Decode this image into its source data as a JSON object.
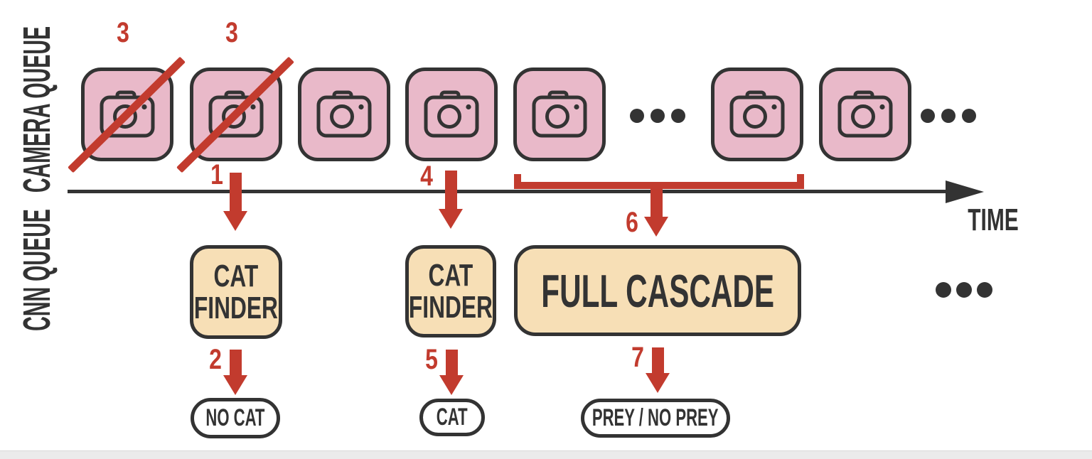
{
  "colors": {
    "background": "#ffffff",
    "camera_pink": "#e9b9c9",
    "cnn_tan": "#f7dfb6",
    "accent_red": "#c23b2e",
    "ink_dark": "#333333",
    "footer_strip": "#ebebeb"
  },
  "queue_labels": {
    "camera": "CAMERA QUEUE",
    "cnn": "CNN QUEUE"
  },
  "timeline": {
    "label": "TIME"
  },
  "cameras": [
    {
      "badge": "3",
      "slashed": true
    },
    {
      "badge": "3",
      "slashed": true
    },
    {
      "badge": "",
      "slashed": false
    },
    {
      "badge": "",
      "slashed": false
    },
    {
      "badge": "",
      "slashed": false
    },
    {
      "badge": "",
      "slashed": false
    },
    {
      "badge": "",
      "slashed": false
    }
  ],
  "steps": {
    "s1": "1",
    "s2": "2",
    "s4": "4",
    "s5": "5",
    "s6": "6",
    "s7": "7"
  },
  "cnn_queue": {
    "cat_finder_first": {
      "line1": "CAT",
      "line2": "FINDER"
    },
    "cat_finder_second": {
      "line1": "CAT",
      "line2": "FINDER"
    },
    "full_cascade": {
      "label": "FULL CASCADE"
    }
  },
  "outputs": {
    "no_cat": "NO CAT",
    "cat": "CAT",
    "prey_no_prey": "PREY / NO PREY"
  },
  "icons": {
    "camera": "camera-icon",
    "ellipsis": "ellipsis-dots-icon",
    "slash": "red-slash-icon",
    "down_arrow": "red-down-arrow-icon",
    "bracket": "red-bracket-icon",
    "timeline_arrow": "time-axis-arrow-icon"
  }
}
